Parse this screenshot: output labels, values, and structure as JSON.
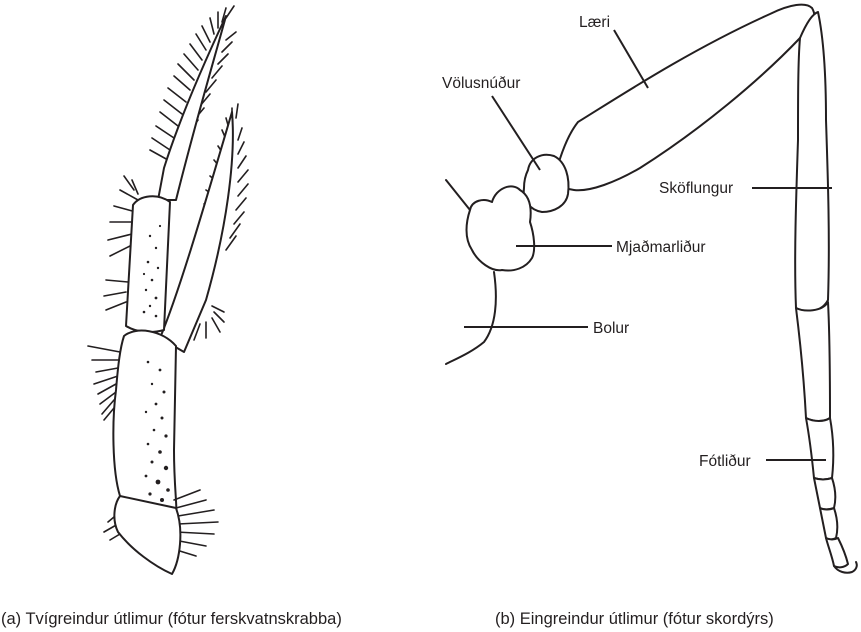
{
  "figure": {
    "biramous": {
      "caption": "(a) Tvígreindur útlimur (fótur ferskvatnskrabba)"
    },
    "uniramous": {
      "caption": "(b) Eingreindur útlimur (fótur skordýrs)",
      "labels": {
        "femur": "Læri",
        "trochanter": "Völusnúður",
        "tibia": "Sköflungur",
        "coxa": "Mjaðmarliður",
        "body": "Bolur",
        "tarsus": "Fótliður"
      }
    }
  },
  "colors": {
    "ink": "#231f20",
    "background": "#ffffff"
  }
}
